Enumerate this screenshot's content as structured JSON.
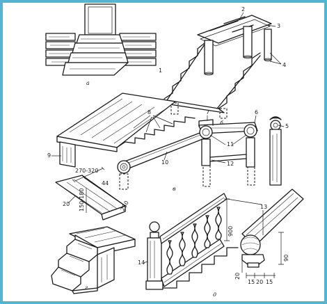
{
  "colors": {
    "frame": "#56b4d3",
    "ink": "#1a1a1a",
    "paper": "#ffffff"
  },
  "panel_labels": {
    "a": "а",
    "b": "б",
    "v": "в",
    "g": "г",
    "d": "д"
  },
  "callouts": {
    "c1": "1",
    "c2": "2",
    "c3": "3",
    "c4": "4",
    "c5": "5",
    "c6": "6",
    "c7": "7",
    "c8": "8",
    "c9": "9",
    "c10": "10",
    "c11": "11",
    "c12": "12",
    "c13": "13",
    "c14": "14"
  },
  "dimensions": {
    "tread_range": "270-320",
    "riser_range": "150-180",
    "nosing": "44",
    "depth": "250",
    "side_bottom": "20",
    "rail_height": "900",
    "handrail_width": "90",
    "profile_15a": "15",
    "profile_20": "20",
    "profile_15b": "15",
    "profile_left": "20"
  }
}
